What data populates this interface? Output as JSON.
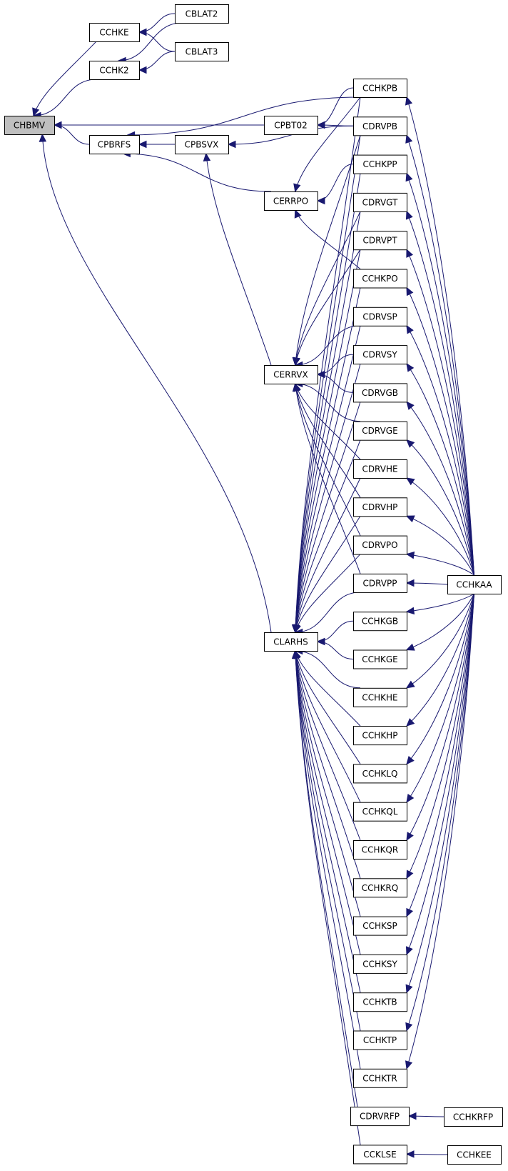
{
  "graph": {
    "type": "caller-graph",
    "focus": "CHBMV",
    "colors": {
      "edge": "#191970",
      "focus_fill": "#bfbfbf",
      "node_fill": "#ffffff",
      "border": "#000000"
    },
    "nodes": [
      {
        "id": "CHBMV",
        "label": "CHBMV",
        "focus": true
      },
      {
        "id": "CCHKE",
        "label": "CCHKE"
      },
      {
        "id": "CCHK2",
        "label": "CCHK2"
      },
      {
        "id": "CBLAT2",
        "label": "CBLAT2"
      },
      {
        "id": "CBLAT3",
        "label": "CBLAT3"
      },
      {
        "id": "CPBRFS",
        "label": "CPBRFS"
      },
      {
        "id": "CPBSVX",
        "label": "CPBSVX"
      },
      {
        "id": "CPBT02",
        "label": "CPBT02"
      },
      {
        "id": "CERRPO",
        "label": "CERRPO"
      },
      {
        "id": "CERRVX",
        "label": "CERRVX"
      },
      {
        "id": "CLARHS",
        "label": "CLARHS"
      },
      {
        "id": "CCHKPB",
        "label": "CCHKPB"
      },
      {
        "id": "CDRVPB",
        "label": "CDRVPB"
      },
      {
        "id": "CCHKPP",
        "label": "CCHKPP"
      },
      {
        "id": "CDRVGT",
        "label": "CDRVGT"
      },
      {
        "id": "CDRVPT",
        "label": "CDRVPT"
      },
      {
        "id": "CCHKPO",
        "label": "CCHKPO"
      },
      {
        "id": "CDRVSP",
        "label": "CDRVSP"
      },
      {
        "id": "CDRVSY",
        "label": "CDRVSY"
      },
      {
        "id": "CDRVGB",
        "label": "CDRVGB"
      },
      {
        "id": "CDRVGE",
        "label": "CDRVGE"
      },
      {
        "id": "CDRVHE",
        "label": "CDRVHE"
      },
      {
        "id": "CDRVHP",
        "label": "CDRVHP"
      },
      {
        "id": "CDRVPO",
        "label": "CDRVPO"
      },
      {
        "id": "CDRVPP",
        "label": "CDRVPP"
      },
      {
        "id": "CCHKGB",
        "label": "CCHKGB"
      },
      {
        "id": "CCHKGE",
        "label": "CCHKGE"
      },
      {
        "id": "CCHKHE",
        "label": "CCHKHE"
      },
      {
        "id": "CCHKHP",
        "label": "CCHKHP"
      },
      {
        "id": "CCHKLQ",
        "label": "CCHKLQ"
      },
      {
        "id": "CCHKQL",
        "label": "CCHKQL"
      },
      {
        "id": "CCHKQR",
        "label": "CCHKQR"
      },
      {
        "id": "CCHKRQ",
        "label": "CCHKRQ"
      },
      {
        "id": "CCHKSP",
        "label": "CCHKSP"
      },
      {
        "id": "CCHKSY",
        "label": "CCHKSY"
      },
      {
        "id": "CCHKTB",
        "label": "CCHKTB"
      },
      {
        "id": "CCHKTP",
        "label": "CCHKTP"
      },
      {
        "id": "CCHKTR",
        "label": "CCHKTR"
      },
      {
        "id": "CDRVRFP",
        "label": "CDRVRFP"
      },
      {
        "id": "CCKLSE",
        "label": "CCKLSE"
      },
      {
        "id": "CCHKAA",
        "label": "CCHKAA"
      },
      {
        "id": "CCHKRFP",
        "label": "CCHKRFP"
      },
      {
        "id": "CCHKEE",
        "label": "CCHKEE"
      }
    ],
    "edges": [
      [
        "CCHKE",
        "CHBMV"
      ],
      [
        "CCHK2",
        "CHBMV"
      ],
      [
        "CPBT02",
        "CHBMV"
      ],
      [
        "CPBRFS",
        "CHBMV"
      ],
      [
        "CLARHS",
        "CHBMV"
      ],
      [
        "CBLAT2",
        "CCHKE"
      ],
      [
        "CBLAT3",
        "CCHKE"
      ],
      [
        "CBLAT2",
        "CCHK2"
      ],
      [
        "CBLAT3",
        "CCHK2"
      ],
      [
        "CCHKPB",
        "CPBRFS"
      ],
      [
        "CPBSVX",
        "CPBRFS"
      ],
      [
        "CERRPO",
        "CPBRFS"
      ],
      [
        "CDRVPB",
        "CPBSVX"
      ],
      [
        "CERRVX",
        "CPBSVX"
      ],
      [
        "CCHKPB",
        "CPBT02"
      ],
      [
        "CDRVPB",
        "CPBT02"
      ],
      [
        "CCHKPB",
        "CERRPO"
      ],
      [
        "CCHKPP",
        "CERRPO"
      ],
      [
        "CCHKPO",
        "CERRPO"
      ],
      [
        "CDRVPB",
        "CERRVX"
      ],
      [
        "CDRVGT",
        "CERRVX"
      ],
      [
        "CDRVPT",
        "CERRVX"
      ],
      [
        "CDRVSP",
        "CERRVX"
      ],
      [
        "CDRVSY",
        "CERRVX"
      ],
      [
        "CDRVGB",
        "CERRVX"
      ],
      [
        "CDRVGE",
        "CERRVX"
      ],
      [
        "CDRVHE",
        "CERRVX"
      ],
      [
        "CDRVHP",
        "CERRVX"
      ],
      [
        "CDRVPO",
        "CERRVX"
      ],
      [
        "CDRVPP",
        "CERRVX"
      ],
      [
        "CCHKPB",
        "CLARHS"
      ],
      [
        "CDRVPB",
        "CLARHS"
      ],
      [
        "CCHKPP",
        "CLARHS"
      ],
      [
        "CDRVGT",
        "CLARHS"
      ],
      [
        "CDRVPT",
        "CLARHS"
      ],
      [
        "CCHKPO",
        "CLARHS"
      ],
      [
        "CDRVSP",
        "CLARHS"
      ],
      [
        "CDRVSY",
        "CLARHS"
      ],
      [
        "CDRVGB",
        "CLARHS"
      ],
      [
        "CDRVGE",
        "CLARHS"
      ],
      [
        "CDRVHE",
        "CLARHS"
      ],
      [
        "CDRVHP",
        "CLARHS"
      ],
      [
        "CDRVPO",
        "CLARHS"
      ],
      [
        "CDRVPP",
        "CLARHS"
      ],
      [
        "CCHKGB",
        "CLARHS"
      ],
      [
        "CCHKGE",
        "CLARHS"
      ],
      [
        "CCHKHE",
        "CLARHS"
      ],
      [
        "CCHKHP",
        "CLARHS"
      ],
      [
        "CCHKLQ",
        "CLARHS"
      ],
      [
        "CCHKQL",
        "CLARHS"
      ],
      [
        "CCHKQR",
        "CLARHS"
      ],
      [
        "CCHKRQ",
        "CLARHS"
      ],
      [
        "CCHKSP",
        "CLARHS"
      ],
      [
        "CCHKSY",
        "CLARHS"
      ],
      [
        "CCHKTB",
        "CLARHS"
      ],
      [
        "CCHKTP",
        "CLARHS"
      ],
      [
        "CCHKTR",
        "CLARHS"
      ],
      [
        "CDRVRFP",
        "CLARHS"
      ],
      [
        "CCKLSE",
        "CLARHS"
      ],
      [
        "CCHKAA",
        "CCHKPB"
      ],
      [
        "CCHKAA",
        "CDRVPB"
      ],
      [
        "CCHKAA",
        "CCHKPP"
      ],
      [
        "CCHKAA",
        "CDRVGT"
      ],
      [
        "CCHKAA",
        "CDRVPT"
      ],
      [
        "CCHKAA",
        "CCHKPO"
      ],
      [
        "CCHKAA",
        "CDRVSP"
      ],
      [
        "CCHKAA",
        "CDRVSY"
      ],
      [
        "CCHKAA",
        "CDRVGB"
      ],
      [
        "CCHKAA",
        "CDRVGE"
      ],
      [
        "CCHKAA",
        "CDRVHE"
      ],
      [
        "CCHKAA",
        "CDRVHP"
      ],
      [
        "CCHKAA",
        "CDRVPO"
      ],
      [
        "CCHKAA",
        "CDRVPP"
      ],
      [
        "CCHKAA",
        "CCHKGB"
      ],
      [
        "CCHKAA",
        "CCHKGE"
      ],
      [
        "CCHKAA",
        "CCHKHE"
      ],
      [
        "CCHKAA",
        "CCHKHP"
      ],
      [
        "CCHKAA",
        "CCHKLQ"
      ],
      [
        "CCHKAA",
        "CCHKQL"
      ],
      [
        "CCHKAA",
        "CCHKQR"
      ],
      [
        "CCHKAA",
        "CCHKRQ"
      ],
      [
        "CCHKAA",
        "CCHKSP"
      ],
      [
        "CCHKAA",
        "CCHKSY"
      ],
      [
        "CCHKAA",
        "CCHKTB"
      ],
      [
        "CCHKAA",
        "CCHKTP"
      ],
      [
        "CCHKAA",
        "CCHKTR"
      ],
      [
        "CCHKRFP",
        "CDRVRFP"
      ],
      [
        "CCHKEE",
        "CCKLSE"
      ]
    ]
  }
}
